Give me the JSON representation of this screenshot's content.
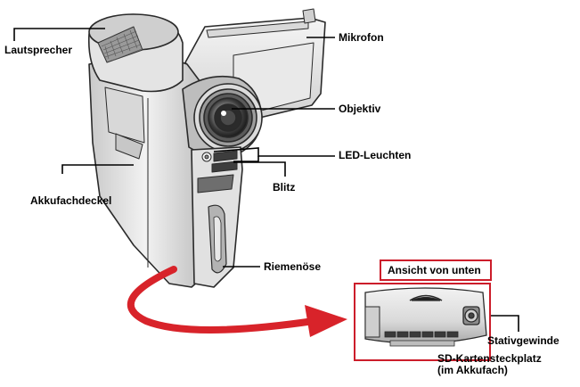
{
  "labels": {
    "lautsprecher": "Lautsprecher",
    "mikrofon": "Mikrofon",
    "objektiv": "Objektiv",
    "led_leuchten": "LED-Leuchten",
    "blitz": "Blitz",
    "akkufachdeckel": "Akkufachdeckel",
    "riemenoese": "Riemenöse",
    "stativgewinde": "Stativgewinde",
    "sd_line1": "SD-Kartensteckplatz",
    "sd_line2": "(im Akkufach)"
  },
  "bottom_view": {
    "title": "Ansicht von unten"
  },
  "colors": {
    "arrow": "#d8232a",
    "frame": "#cc1d2a",
    "body_light": "#e6e6e6",
    "body_mid": "#c4c4c4",
    "body_dark": "#8e8e8e",
    "outline": "#2a2a2a",
    "lens_dark": "#1e1e1e"
  },
  "icons": {
    "camera": "camcorder-illustration",
    "arrow": "curved-arrow-icon",
    "bottom": "camcorder-bottom-view"
  }
}
